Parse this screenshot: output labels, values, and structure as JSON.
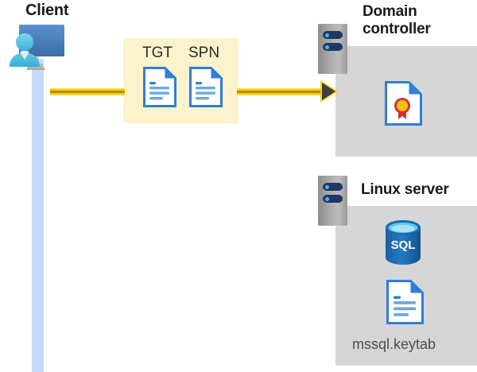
{
  "diagram": {
    "type": "kerberos-authentication-flow",
    "nodes": {
      "client": {
        "title": "Client",
        "icon": "user-monitor-icon"
      },
      "domain_controller": {
        "title": "Domain\ncontroller",
        "server_icon": "server-tower-icon",
        "contents": [
          {
            "label": "",
            "icon": "certificate-document-icon"
          }
        ]
      },
      "linux_server": {
        "title": "Linux server",
        "server_icon": "server-tower-icon",
        "contents": [
          {
            "label": "",
            "icon": "sql-database-icon",
            "text": "SQL"
          },
          {
            "label": "mssql.keytab",
            "icon": "keytab-document-icon"
          }
        ]
      }
    },
    "message": {
      "box_label": "",
      "items": [
        {
          "label": "TGT",
          "icon": "document-icon"
        },
        {
          "label": "SPN",
          "icon": "document-icon"
        }
      ],
      "arrow": {
        "direction": "client-to-domain-controller",
        "icon": "arrow-right-icon"
      }
    },
    "colors": {
      "highlight_box": "#fcf2cc",
      "panel": "#d6d6d6",
      "lifeline": "#c3dcfb",
      "arrow": "#f5c400",
      "arrow_head": "#3b3f46",
      "document_blue": "#2f7ed8",
      "sql_blue": "#1a6bb5",
      "seal_gold": "#f5c016",
      "seal_red": "#d0342c",
      "title_text": "#1a1a1a",
      "caption_text": "#4d4d4d",
      "server_navy": "#1f3864",
      "server_led": "#49b5ef"
    },
    "labels": {
      "sql_text": "SQL"
    }
  }
}
